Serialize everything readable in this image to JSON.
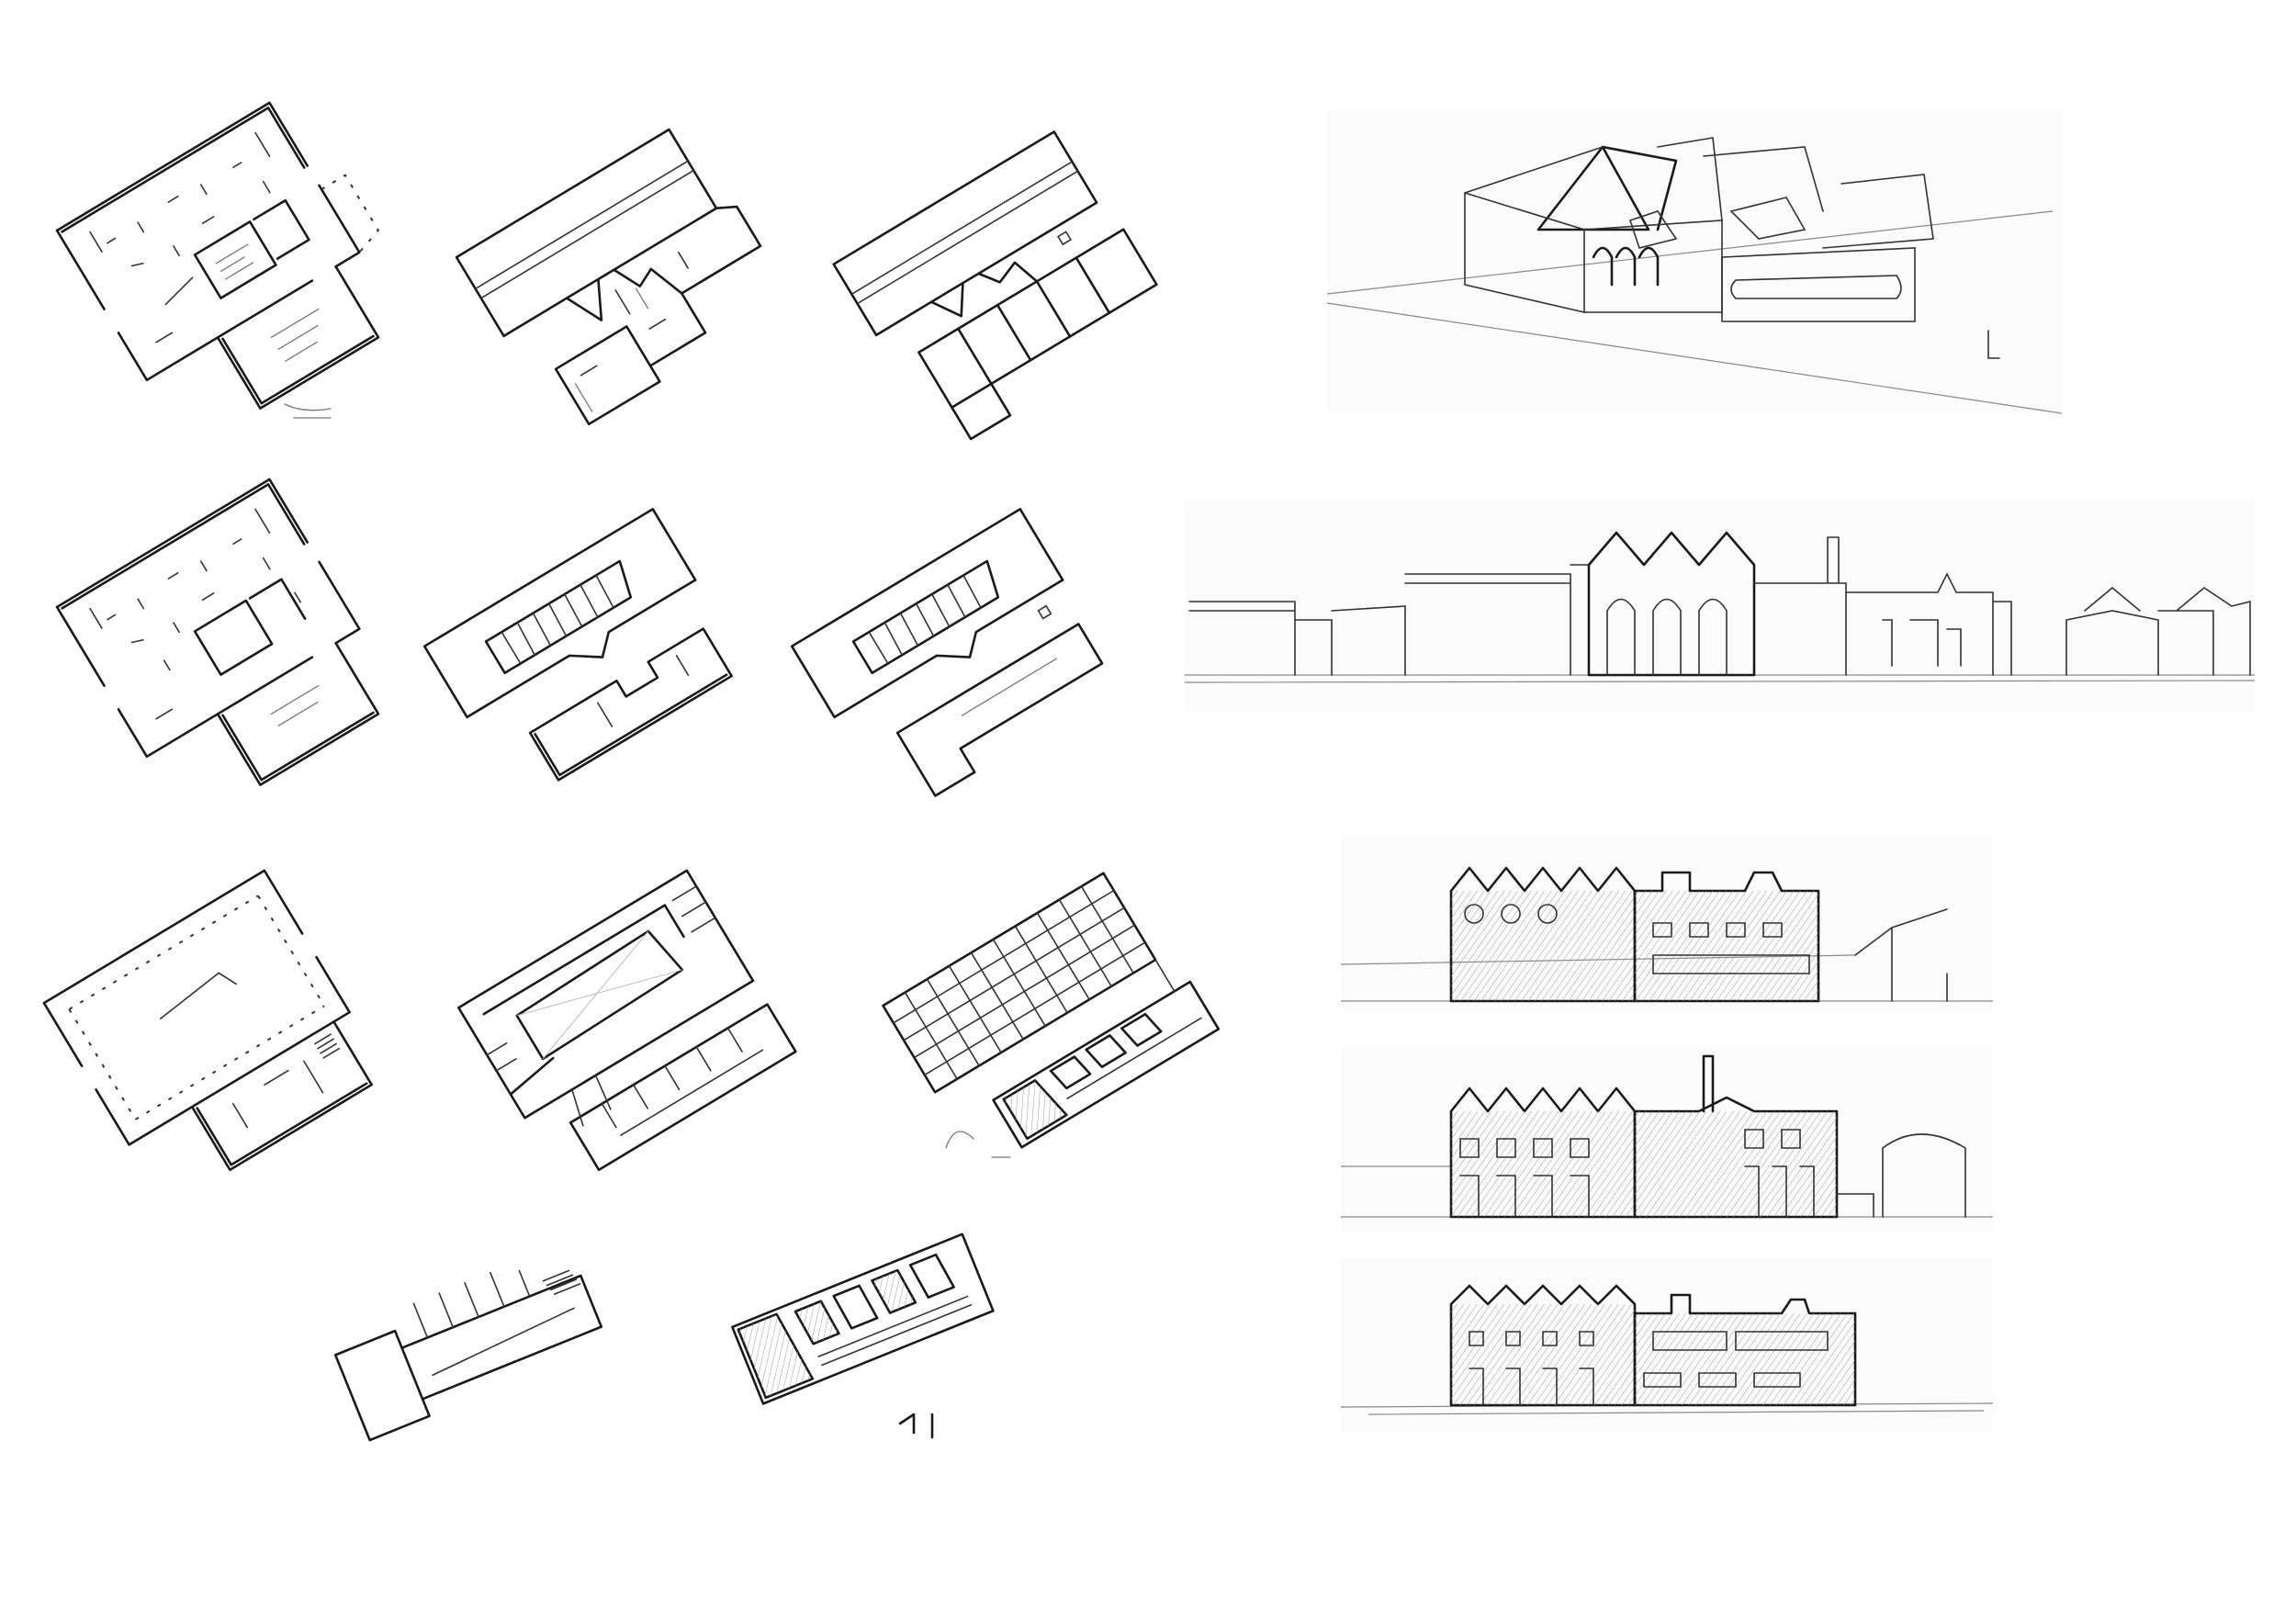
{
  "sheet": {
    "background": "#ffffff",
    "ink_color": "#1a1a1a",
    "pencil_color": "#777777"
  },
  "drawings": {
    "plans": [
      {
        "kind": "floor-plan-ground"
      },
      {
        "kind": "block-plan-outline"
      },
      {
        "kind": "block-plan-subdivided"
      },
      {
        "kind": "floor-plan-ground-variant"
      },
      {
        "kind": "block-plan-stepped-void"
      },
      {
        "kind": "block-plan-stepped-void-variant"
      },
      {
        "kind": "floor-plan-developed"
      },
      {
        "kind": "floor-plan-courtyard"
      },
      {
        "kind": "roof-grid-plan"
      },
      {
        "kind": "section-plan"
      },
      {
        "kind": "roof-plan"
      }
    ],
    "axonometric": {
      "kind": "sawtooth-roof-axonometric"
    },
    "street_elevation": {
      "kind": "long-street-elevation"
    },
    "facade_studies": [
      {
        "kind": "facade-study-1"
      },
      {
        "kind": "facade-study-2"
      },
      {
        "kind": "facade-study-3"
      }
    ]
  }
}
